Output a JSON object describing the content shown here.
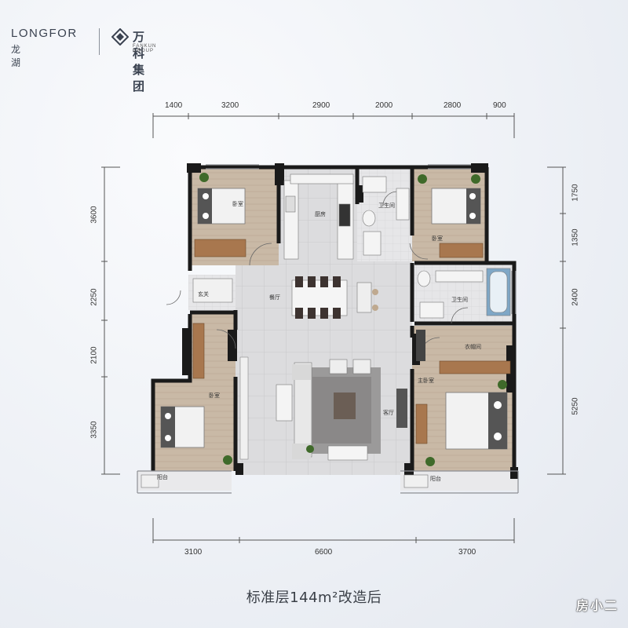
{
  "brand": {
    "longfor": "LONGFOR",
    "longfor_sub": "龙湖",
    "wanke": "万科集团",
    "wanke_sub": "FANKUN GROUP"
  },
  "dimensions": {
    "top": [
      "1400",
      "3200",
      "2900",
      "2000",
      "2800",
      "900"
    ],
    "bottom": [
      "3100",
      "6600",
      "3700"
    ],
    "left": [
      "3600",
      "2250",
      "2100",
      "3350"
    ],
    "right": [
      "1750",
      "1350",
      "2400",
      "5250"
    ]
  },
  "rooms": {
    "bedroom_nw": "卧室",
    "kitchen": "厨房",
    "bath_n": "卫生间",
    "bedroom_ne": "卧室",
    "entry": "玄关",
    "dining": "餐厅",
    "bath_e": "卫生间",
    "cloakroom": "衣帽间",
    "bedroom_w": "卧室",
    "living": "客厅",
    "master_bedroom": "主卧室",
    "balcony_w": "阳台",
    "balcony_e": "阳台"
  },
  "caption": "标准层144m²改造后",
  "watermark": "房小二",
  "colors": {
    "wall": "#1a1a1a",
    "floor_tile": "#d9d9db",
    "wood": "#b99c80",
    "plant": "#3f6a2a"
  }
}
